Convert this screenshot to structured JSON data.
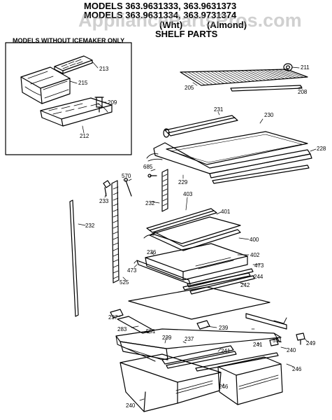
{
  "header": {
    "line1": "MODELS 363.9631333, 363.9631373",
    "line2": "MODELS 363.9631334, 363.9731374",
    "line3_left": "(Wht)",
    "line3_right": "(Almond)",
    "line4": "SHELF PARTS"
  },
  "watermark": "AppliancePartsPros.com",
  "inset": {
    "title": "MODELS WITHOUT ICEMAKER ONLY"
  },
  "parts": [
    "211",
    "213",
    "215",
    "209",
    "212",
    "205",
    "208",
    "231",
    "230",
    "228",
    "685",
    "229",
    "570",
    "233",
    "232",
    "403",
    "232",
    "401",
    "400",
    "236",
    "402",
    "473",
    "473",
    "525",
    "244",
    "242",
    "237",
    "283",
    "551",
    "239",
    "239",
    "237",
    "241",
    "240",
    "249",
    "241",
    "551",
    "246",
    "240",
    "246"
  ]
}
